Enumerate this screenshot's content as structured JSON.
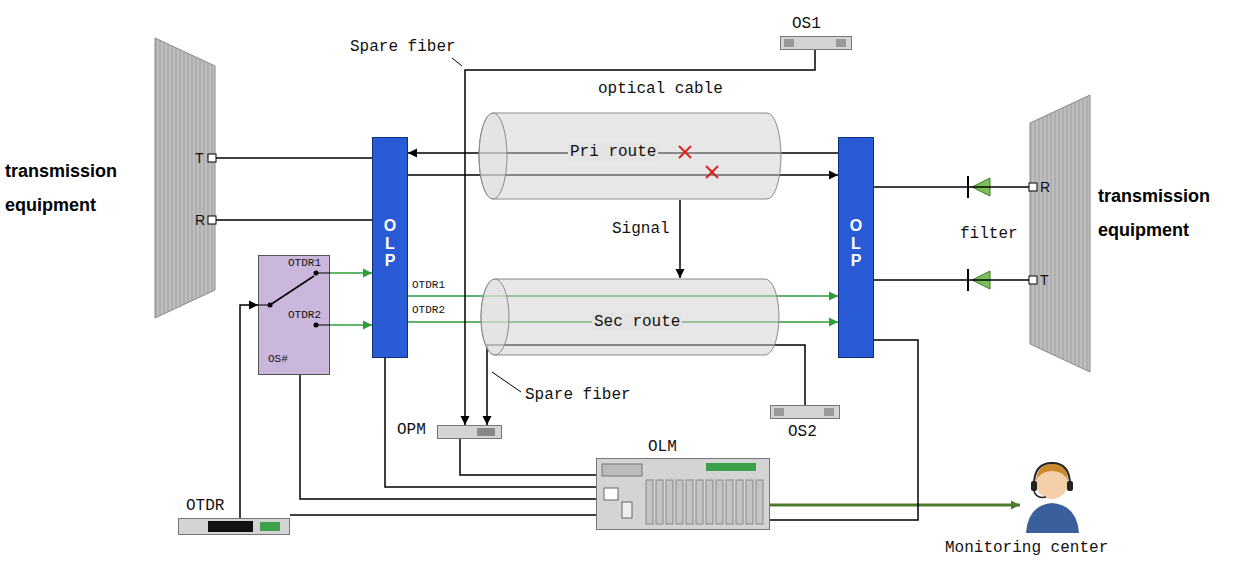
{
  "diagram": {
    "nodes": [
      {
        "text": [
          "transmission equipment",
          "T",
          "R"
        ]
      },
      {
        "text": [
          "OLP"
        ]
      },
      {
        "text": [
          "OLP"
        ]
      },
      {
        "text": [
          "transmission equipment",
          "R",
          "T"
        ]
      },
      {
        "text": [
          "OTDR1",
          "OTDR2",
          "OS#"
        ]
      },
      {
        "text": [
          "optical cable",
          "Pri route"
        ]
      },
      {
        "text": [
          "Sec route"
        ]
      },
      {
        "text": [
          "OS1"
        ]
      },
      {
        "text": [
          "OS2"
        ]
      },
      {
        "text": [
          "OPM"
        ]
      },
      {
        "text": [
          "OLM"
        ]
      },
      {
        "text": [
          "OTDR"
        ]
      },
      {
        "text": [
          "Monitoring center"
        ]
      }
    ],
    "edges": [
      {
        "from": 0,
        "to": 1,
        "arrow": "none"
      },
      {
        "from": 1,
        "to": 0,
        "arrow": "none"
      },
      {
        "from": 2,
        "to": 1,
        "arrow": "to"
      },
      {
        "from": 1,
        "to": 2,
        "arrow": "to"
      },
      {
        "from": 2,
        "to": 3,
        "arrow": "none"
      },
      {
        "from": 3,
        "to": 2,
        "arrow": "none"
      },
      {
        "from": 4,
        "to": 1,
        "arrow": "to"
      },
      {
        "from": 4,
        "to": 1,
        "arrow": "to"
      },
      {
        "from": 1,
        "to": 2,
        "arrow": "to"
      },
      {
        "from": 1,
        "to": 2,
        "arrow": "to"
      },
      {
        "from": 5,
        "to": 6,
        "label": "Signal",
        "arrow": "to"
      },
      {
        "from": 7,
        "to": 9,
        "arrow": "to"
      },
      {
        "from": 8,
        "to": 9,
        "arrow": "to"
      },
      {
        "from": 9,
        "to": 10,
        "arrow": "none"
      },
      {
        "from": 10,
        "to": 12,
        "arrow": "to"
      },
      {
        "from": 11,
        "to": 4,
        "arrow": "to"
      },
      {
        "from": 11,
        "to": 10,
        "arrow": "none"
      },
      {
        "from": 4,
        "to": 10,
        "arrow": "none"
      },
      {
        "from": 1,
        "to": 10,
        "arrow": "none"
      },
      {
        "from": 2,
        "to": 10,
        "arrow": "none"
      }
    ],
    "labels": [
      "Spare fiber",
      "Spare fiber",
      "filter",
      "OTDR1",
      "OTDR2"
    ]
  }
}
